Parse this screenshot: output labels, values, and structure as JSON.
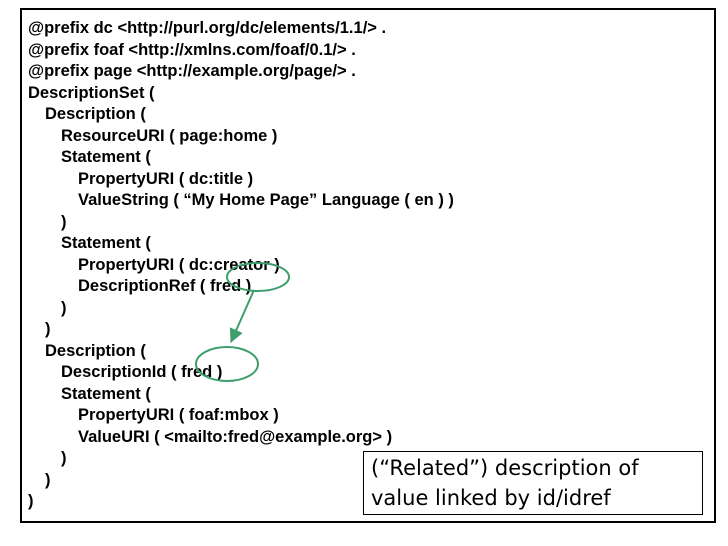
{
  "accent_color": "#3E9E6C",
  "code": {
    "lines": [
      {
        "indent": 0,
        "text": "@prefix dc <http://purl.org/dc/elements/1.1/> ."
      },
      {
        "indent": 0,
        "text": "@prefix foaf <http://xmlns.com/foaf/0.1/> ."
      },
      {
        "indent": 0,
        "text": "@prefix page <http://example.org/page/> ."
      },
      {
        "indent": 0,
        "text": "DescriptionSet ("
      },
      {
        "indent": 1,
        "text": "Description ("
      },
      {
        "indent": 2,
        "text": "ResourceURI ( page:home )"
      },
      {
        "indent": 2,
        "text": "Statement ("
      },
      {
        "indent": 3,
        "text": "PropertyURI ( dc:title )"
      },
      {
        "indent": 3,
        "text": "ValueString ( “My Home Page” Language ( en ) )"
      },
      {
        "indent": 2,
        "text": ")"
      },
      {
        "indent": 2,
        "text": "Statement ("
      },
      {
        "indent": 3,
        "text": "PropertyURI ( dc:creator )"
      },
      {
        "indent": 3,
        "text": "DescriptionRef ( fred )"
      },
      {
        "indent": 2,
        "text": ")"
      },
      {
        "indent": 1,
        "text": ")"
      },
      {
        "indent": 1,
        "text": "Description ("
      },
      {
        "indent": 2,
        "text": "DescriptionId ( fred )"
      },
      {
        "indent": 2,
        "text": "Statement ("
      },
      {
        "indent": 3,
        "text": "PropertyURI ( foaf:mbox )"
      },
      {
        "indent": 3,
        "text": "ValueURI ( <mailto:fred@example.org> )"
      },
      {
        "indent": 2,
        "text": ")"
      },
      {
        "indent": 1,
        "text": ")"
      },
      {
        "indent": 0,
        "text": ")"
      }
    ]
  },
  "annotation": {
    "caption_line1": "(“Related”) description of",
    "caption_line2": "value linked by id/idref",
    "circled_term": "fred"
  }
}
